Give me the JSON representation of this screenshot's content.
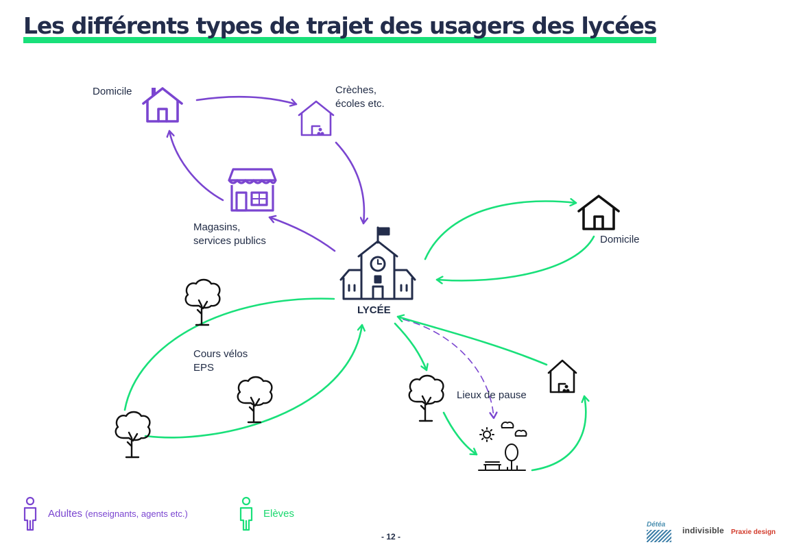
{
  "title": "Les différents types de trajet des usagers des lycées",
  "nodes": {
    "domicile_adult": "Domicile",
    "creches_line1": "Crèches,",
    "creches_line2": "écoles etc.",
    "magasins_line1": "Magasins,",
    "magasins_line2": "services publics",
    "lycee": "LYCÉE",
    "domicile_student": "Domicile",
    "cours_line1": "Cours vélos",
    "cours_line2": "EPS",
    "lieux_pause": "Lieux de pause"
  },
  "legend": {
    "adults_label": "Adultes",
    "adults_detail": "(enseignants, agents etc.)",
    "students_label": "Elèves"
  },
  "colors": {
    "adult": "#7a45d0",
    "student": "#19e07a",
    "navy": "#232d4b",
    "title_underline": "#19e07a"
  },
  "icons": [
    "house-icon",
    "shop-icon",
    "school-icon",
    "tree-icon",
    "park-icon",
    "person-icon"
  ],
  "footer": {
    "page_number": "- 12 -",
    "logo_detea": "Détéa",
    "logo_indivisible": "indivisible",
    "logo_praxie": "Praxie design"
  }
}
